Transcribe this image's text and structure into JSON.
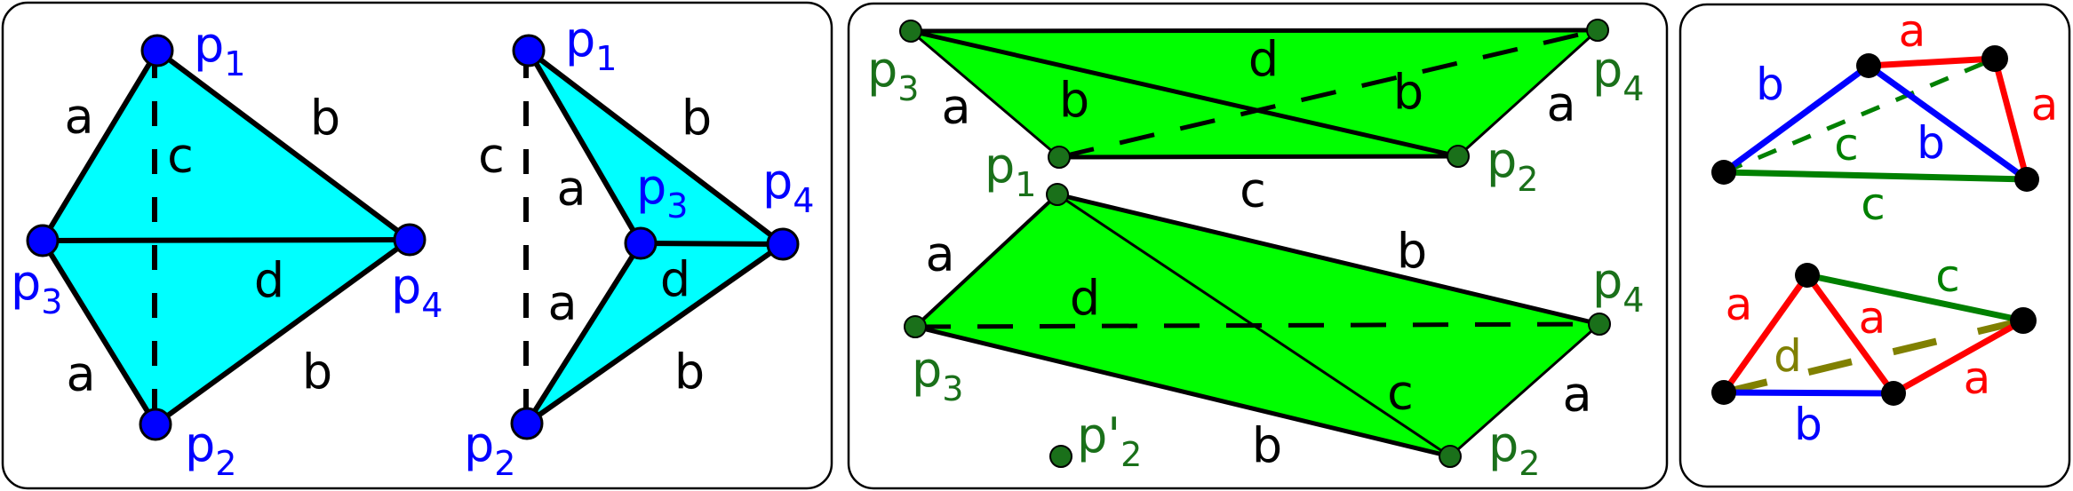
{
  "colors": {
    "panel1_fill": "#00ffff",
    "panel1_vertex": "#0000ff",
    "panel1_point_labels": "#0000ff",
    "panel2_fill": "#00ff00",
    "panel2_vertex": "#1a701a",
    "panel2_point_labels": "#1a701a",
    "edge_a": "#ff0000",
    "edge_b": "#0000ff",
    "edge_c": "#008000",
    "edge_d": "#808000",
    "edge_black": "#000000"
  },
  "panel1": {
    "left": {
      "points": [
        {
          "base": "p",
          "sub": "1"
        },
        {
          "base": "p",
          "sub": "3"
        },
        {
          "base": "p",
          "sub": "4"
        },
        {
          "base": "p",
          "sub": "2"
        }
      ],
      "edge_labels": [
        "a",
        "c",
        "b",
        "d",
        "a",
        "b"
      ]
    },
    "right": {
      "points": [
        {
          "base": "p",
          "sub": "1"
        },
        {
          "base": "p",
          "sub": "3"
        },
        {
          "base": "p",
          "sub": "4"
        },
        {
          "base": "p",
          "sub": "2"
        }
      ],
      "edge_labels": [
        "c",
        "a",
        "b",
        "d",
        "a",
        "b"
      ]
    }
  },
  "panel2": {
    "top": {
      "points": [
        {
          "base": "p",
          "sub": "3"
        },
        {
          "base": "p",
          "sub": "4"
        },
        {
          "base": "p",
          "sub": "1"
        },
        {
          "base": "p",
          "sub": "2"
        }
      ],
      "edge_labels": [
        "a",
        "b",
        "d",
        "b",
        "a",
        "c"
      ]
    },
    "bottom": {
      "points": [
        {
          "base": "p",
          "sub": "4"
        },
        {
          "base": "p",
          "sub": "3"
        },
        {
          "base": "p",
          "sub": "2"
        },
        {
          "base": "p'",
          "sub": "2"
        }
      ],
      "edge_labels": [
        "a",
        "d",
        "b",
        "c",
        "a",
        "b"
      ]
    }
  },
  "panel3": {
    "top": {
      "edge_labels": [
        "a",
        "a",
        "b",
        "c",
        "b",
        "c"
      ]
    },
    "bottom": {
      "edge_labels": [
        "a",
        "d",
        "a",
        "c",
        "a",
        "b"
      ]
    }
  }
}
